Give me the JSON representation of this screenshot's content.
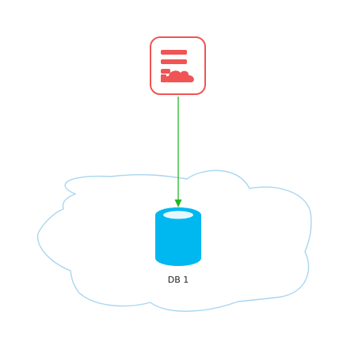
{
  "diagram": {
    "nodes": [
      {
        "id": "server",
        "kind": "server-cloud-icon",
        "label": ""
      },
      {
        "id": "db1",
        "kind": "database-icon",
        "label": "DB 1"
      }
    ],
    "edges": [
      {
        "from": "server",
        "to": "db1",
        "kind": "arrow"
      }
    ],
    "groups": [
      {
        "kind": "cloud",
        "contains": [
          "db1"
        ]
      }
    ]
  },
  "colors": {
    "server_icon": "#f05454",
    "edge": "#22b822",
    "database": "#00b8f0",
    "database_top": "#e6f8ff",
    "cloud_stroke": "#a9d6f0"
  }
}
